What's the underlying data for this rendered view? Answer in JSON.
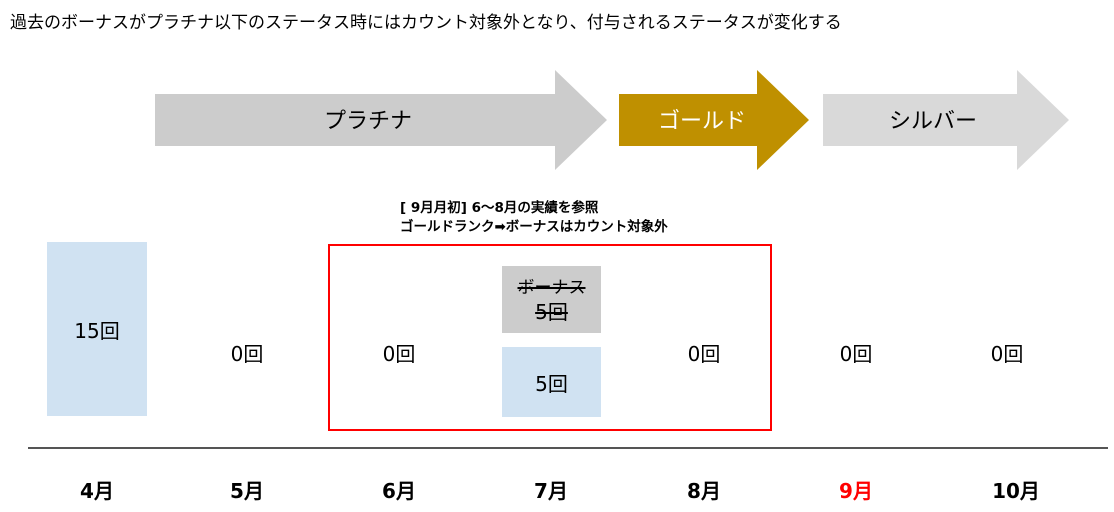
{
  "title": "過去のボーナスがプラチナ以下のステータス時にはカウント対象外となり、付与されるステータスが変化する",
  "arrows": [
    {
      "label": "プラチナ",
      "color": "#cccccc"
    },
    {
      "label": "ゴールド",
      "color": "#bf9000"
    },
    {
      "label": "シルバー",
      "color": "#d9d9d9"
    }
  ],
  "note": {
    "line1": "[ 9月月初] 6〜8月の実績を参照",
    "line2": "ゴールドランク➡ボーナスはカウント対象外"
  },
  "counts": {
    "apr": "15回",
    "may": "0回",
    "jun": "0回",
    "jul_bonus_label": "ボーナス",
    "jul_bonus_value": "5回",
    "jul": "5回",
    "aug": "0回",
    "sep": "0回",
    "oct": "0回"
  },
  "months": [
    "4月",
    "5月",
    "6月",
    "7月",
    "8月",
    "9月",
    "10月"
  ],
  "highlight_month_color": "#ff0000",
  "frame_color": "#ff0000"
}
